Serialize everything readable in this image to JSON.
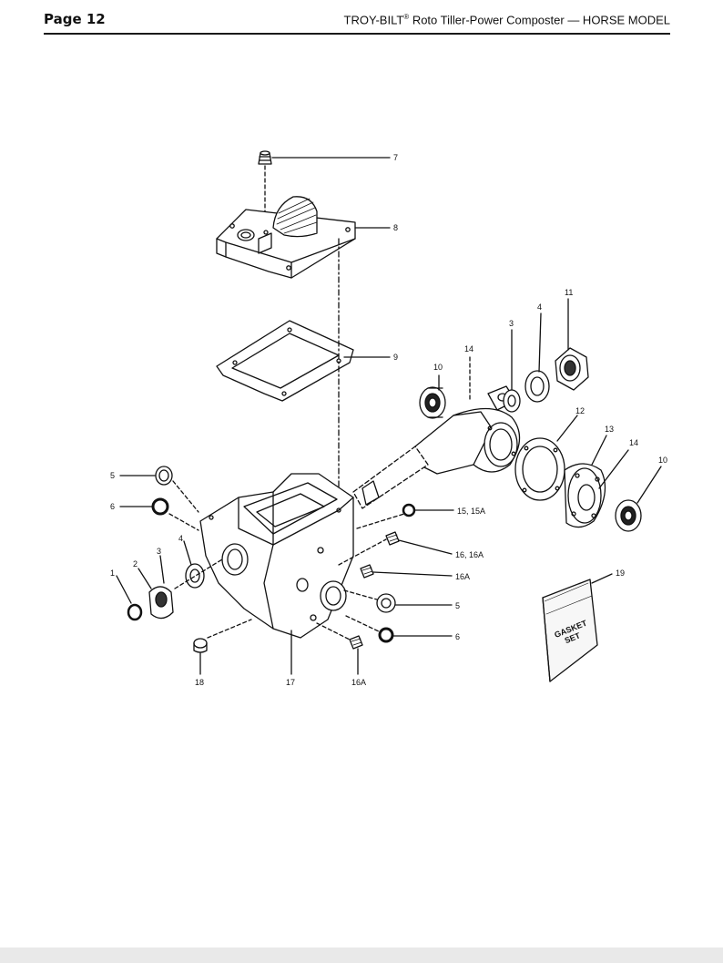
{
  "header": {
    "page_label": "Page 12",
    "brand": "TROY-BILT",
    "registered": "®",
    "subtitle": " Roto Tiller-Power Composter — HORSE MODEL"
  },
  "callouts": {
    "c7": "7",
    "c8": "8",
    "c9": "9",
    "c11": "11",
    "c4_top": "4",
    "c3_top": "3",
    "c14_top": "14",
    "c10_left": "10",
    "c12": "12",
    "c13": "13",
    "c14_right": "14",
    "c10_right": "10",
    "c5_left": "5",
    "c6_left": "6",
    "c15": "15, 15A",
    "c16": "16, 16A",
    "c16a_mid": "16A",
    "c1": "1",
    "c2": "2",
    "c3_left": "3",
    "c4_left": "4",
    "c5_right": "5",
    "c6_right": "6",
    "c18": "18",
    "c17": "17",
    "c16a_bottom": "16A",
    "c19": "19"
  },
  "gasket_bag": {
    "line1": "GASKET",
    "line2": "SET"
  }
}
